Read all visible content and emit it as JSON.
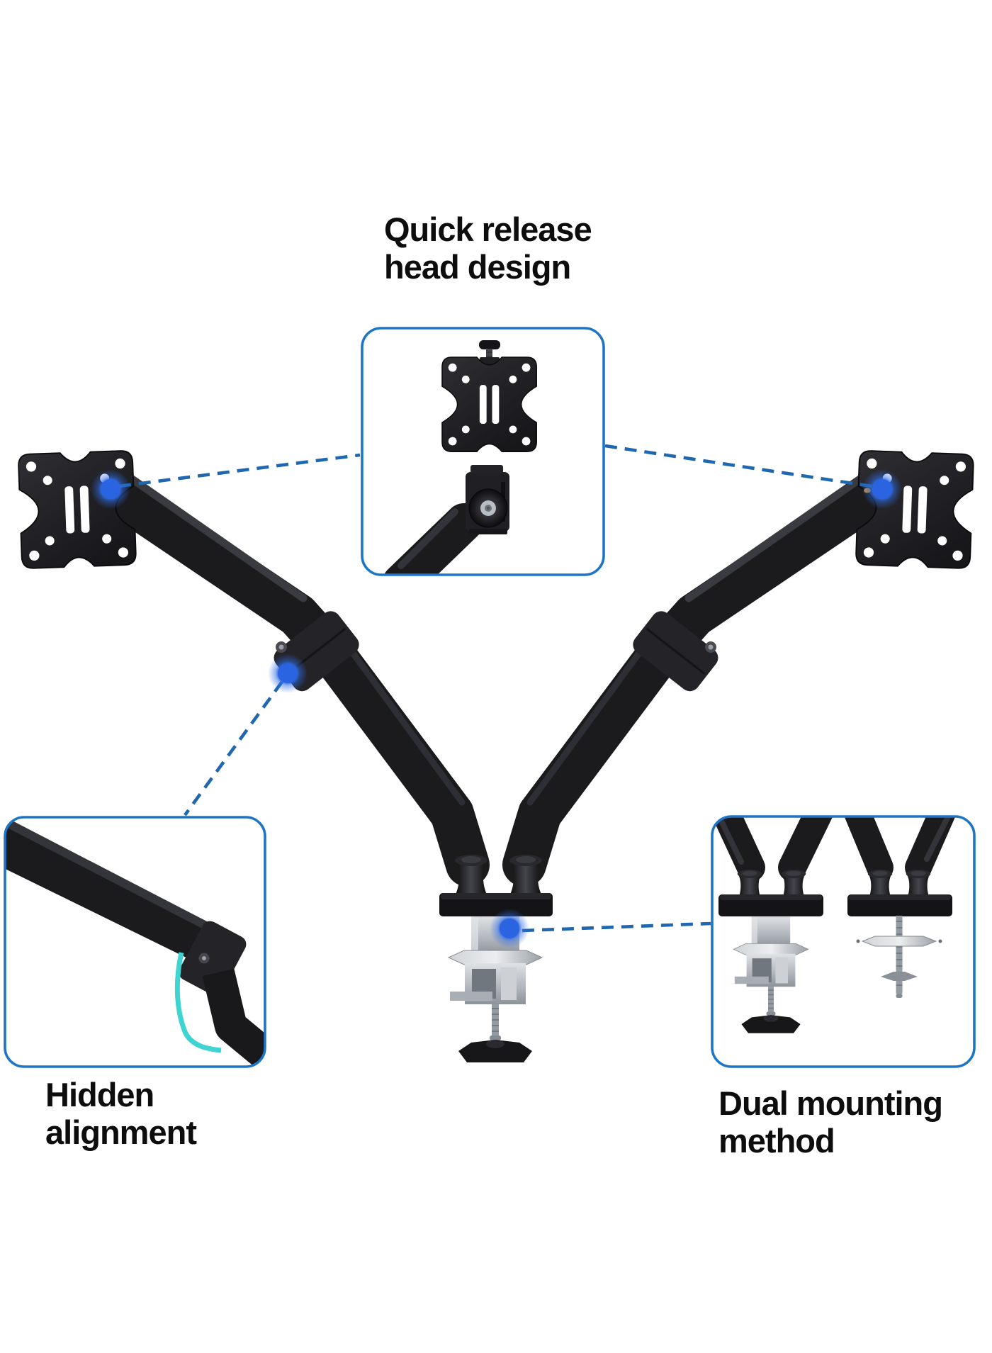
{
  "annotations": {
    "quick_release": {
      "label": "Quick release\nhead design"
    },
    "hidden_alignment": {
      "label": "Hidden\nalignment"
    },
    "dual_mounting": {
      "label": "Dual mounting\nmethod"
    }
  },
  "markers": {
    "dots": [
      "left-vesa-joint",
      "right-vesa-joint",
      "left-elbow-joint",
      "base-clamp-joint"
    ],
    "leader_line_count": 4,
    "callout_boxes": [
      "quick-release-head",
      "hidden-alignment-arm",
      "dual-mounting-bases"
    ]
  },
  "colors": {
    "background": "#ffffff",
    "text": "#0d0d0d",
    "callout_border": "#1e75c6",
    "leader_dash": "#1f68b0",
    "marker_dot": "#2a64e0",
    "cable_teal": "#3fd4d2",
    "product_dark": "#1b1b1e",
    "metal_silver": "#b4b9bf"
  }
}
